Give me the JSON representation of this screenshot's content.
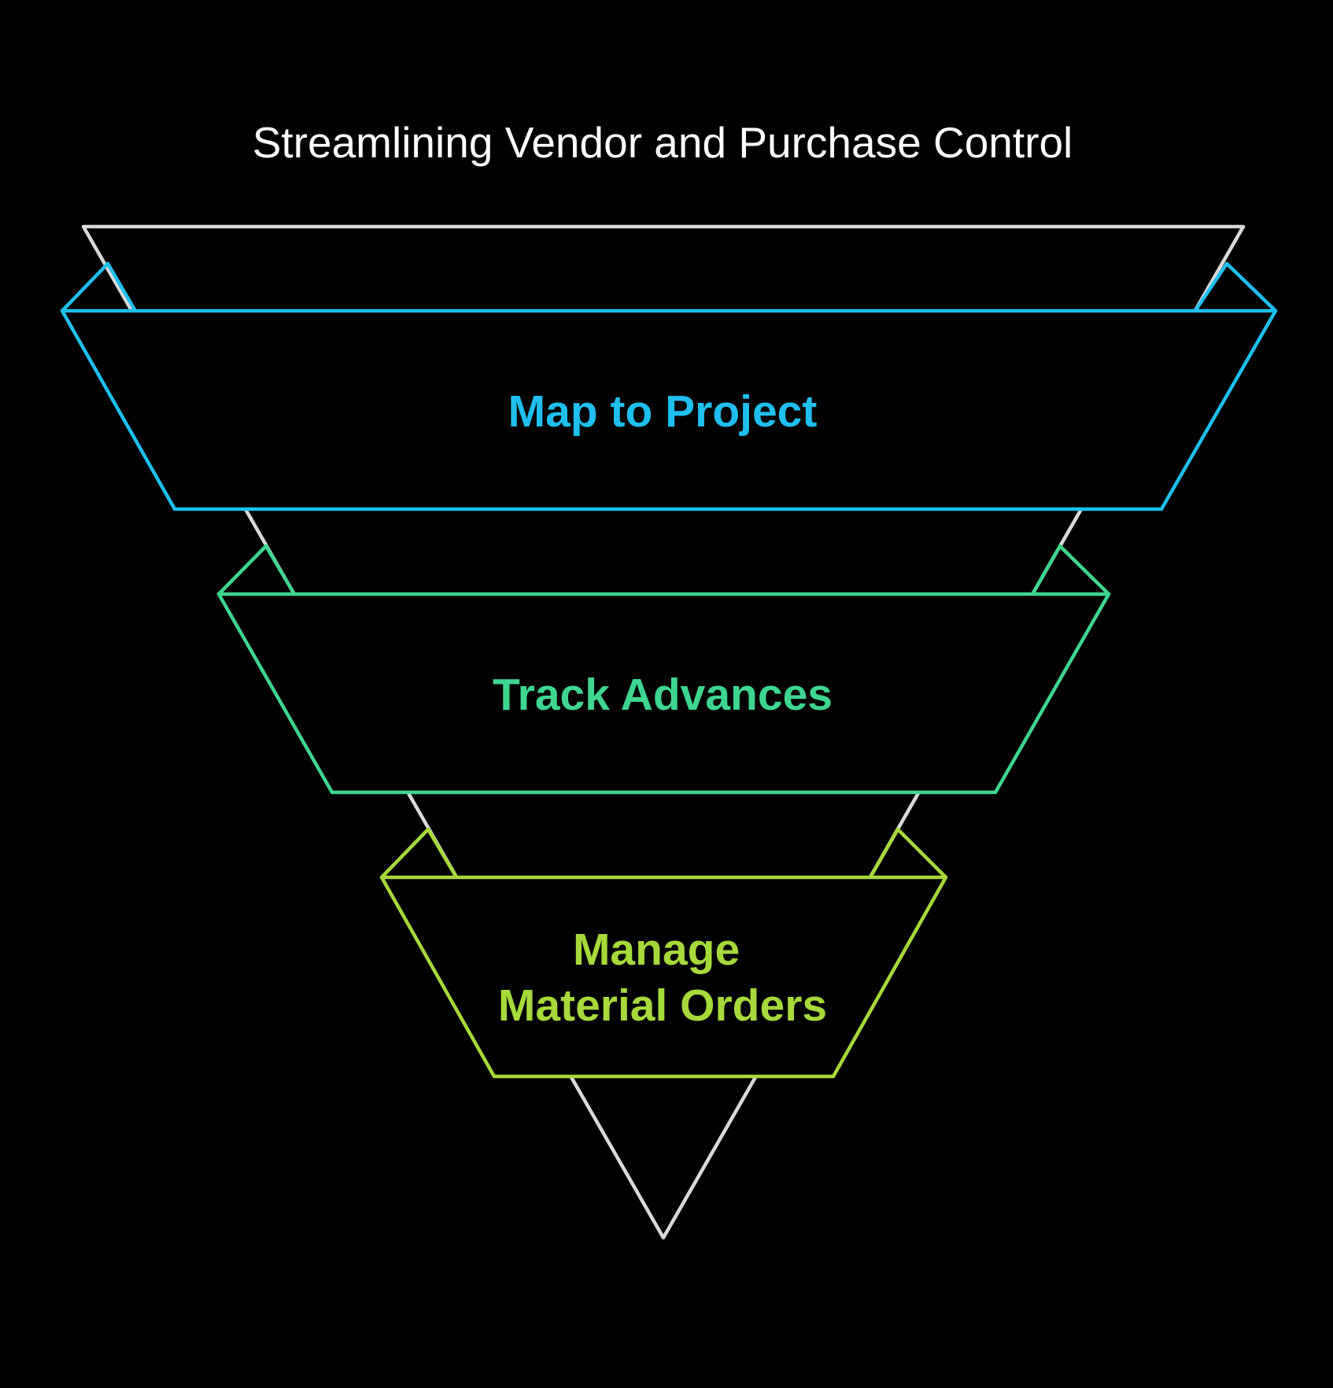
{
  "title": "Streamlining Vendor and Purchase Control",
  "colors": {
    "background": "#000000",
    "title": "#ffffff",
    "funnel_outline": "#d9d9d9"
  },
  "stages": [
    {
      "lines": [
        "Map to Project"
      ],
      "color": "#1fbfef"
    },
    {
      "lines": [
        "Track Advances"
      ],
      "color": "#3ed68f"
    },
    {
      "lines": [
        "Manage",
        "Material Orders"
      ],
      "color": "#a6d93a"
    }
  ]
}
